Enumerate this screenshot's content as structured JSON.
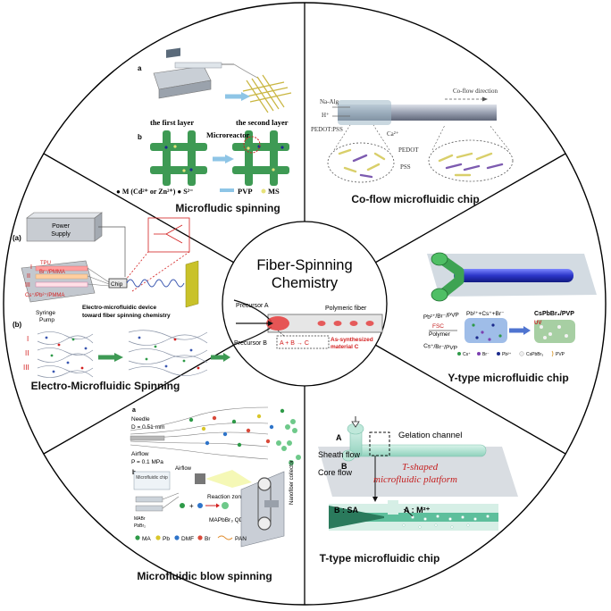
{
  "center": {
    "title_line1": "Fiber-Spinning",
    "title_line2": "Chemistry",
    "precursor_a": "Precursor A",
    "precursor_b": "Precursor B",
    "polymeric_fiber": "Polymeric fiber",
    "as_synth_line1": "As-synthesized",
    "as_synth_line2": "material C",
    "reaction": "A + B → C"
  },
  "segments": {
    "microfluidic_spinning": {
      "title": "Microfludic spinning",
      "label_a": "a",
      "label_b": "b",
      "first_layer": "the first layer",
      "second_layer": "the second layer",
      "microreactor": "Microreactor",
      "legend": "● M (Cd²⁺ or Zn²⁺)  ● S²⁻",
      "pvp": "PVP",
      "ms": "MS"
    },
    "coflow": {
      "title": "Co-flow microfluidic chip",
      "na_alg": "Na-Alg",
      "h_plus": "H⁺",
      "pedot_pss": "PEDOT:PSS",
      "ca": "Ca²⁺",
      "direction": "Co-flow direction",
      "pedot": "PEDOT",
      "pss": "PSS"
    },
    "ytype": {
      "title": "Y-type microfluidic chip",
      "in1": "Pb²⁺/Br⁻/PVP",
      "fsc": "FSC",
      "polymer": "Polymer",
      "in2": "Cs⁺/Br⁻/PVP",
      "mix": "Pb²⁺+Cs⁺+Br⁻",
      "product": "CsPbBr₃/PVP",
      "uv": "UV",
      "leg_cs": "Cs⁺",
      "leg_br": "Br⁻",
      "leg_pb": "Pb²⁺",
      "leg_cspbbr": "CsPbBr₃",
      "leg_pvp": "PVP"
    },
    "ttype": {
      "title": "T-type microfluidic chip",
      "a": "A",
      "b": "B",
      "sheath": "Sheath flow",
      "core": "Core flow",
      "gelation": "Gelation channel",
      "platform_line1": "T-shaped",
      "platform_line2": "microfluidic  platform",
      "b_sa": "B : SA",
      "a_m": "A : M²⁺"
    },
    "blow": {
      "title": "Microfluidic blow spinning",
      "label_a": "a",
      "label_b": "b",
      "needle": "Needle",
      "needle_d": "D = 0.51 mm",
      "airflow": "Airflow",
      "airflow_p": "P = 0.1 MPa",
      "airflow2": "Airflow",
      "chip": "Microfluidic chip",
      "reaction_zone": "Reaction zone",
      "mabr": "MABr",
      "pbbr": "PbBr₂",
      "product": "MAPbBr₃ QD",
      "collector": "Nanofiber collector",
      "leg_ma": "MA",
      "leg_pb": "Pb",
      "leg_dmf": "DMF",
      "leg_br": "Br",
      "leg_pan": "PAN"
    },
    "electro": {
      "title": "Electro-Microfluidic Spinning",
      "label_a": "(a)",
      "label_b": "(b)",
      "power_line1": "Power",
      "power_line2": "Supply",
      "tpu": "TPU",
      "br_pmma": "Br⁻/PMMA",
      "cs_pb_pmma": "Cs⁺/Pb²⁺/PMMA",
      "chip": "Chip",
      "syringe_line1": "Syringe",
      "syringe_line2": "Pump",
      "device_line1": "Electro-microfluidic device",
      "device_line2": "toward fiber spinning chemistry",
      "roman_1": "I",
      "roman_2": "II",
      "roman_3": "III"
    }
  }
}
